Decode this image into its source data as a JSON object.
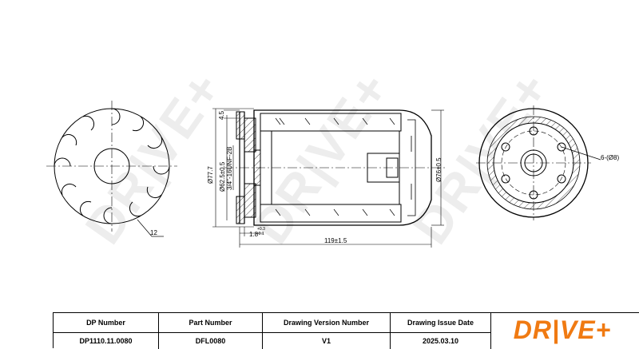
{
  "watermark": {
    "text": "DR|VE+"
  },
  "dimensions": {
    "wall": "12",
    "height_top": "4.5",
    "outer_diameter": "Ø77.7",
    "seal_diameter": "Ø62.5±0.5",
    "thread": "3/4\"-16UNF-2B",
    "body_diameter": "Ø76±0.5",
    "gasket_base": "1.8",
    "gasket_tol_plus": "+0.3",
    "gasket_tol_minus": "-0.1",
    "length": "119±1.5",
    "holes": "6-(Ø8)"
  },
  "title_block": {
    "columns": [
      {
        "header": "DP Number",
        "value": "DP1110.11.0080"
      },
      {
        "header": "Part Number",
        "value": "DFL0080"
      },
      {
        "header": "Drawing Version Number",
        "value": "V1"
      },
      {
        "header": "Drawing Issue Date",
        "value": "2025.03.10"
      }
    ],
    "logo": "DR|VE+",
    "colors": {
      "logo": "#f07a12",
      "line": "#000000"
    }
  }
}
